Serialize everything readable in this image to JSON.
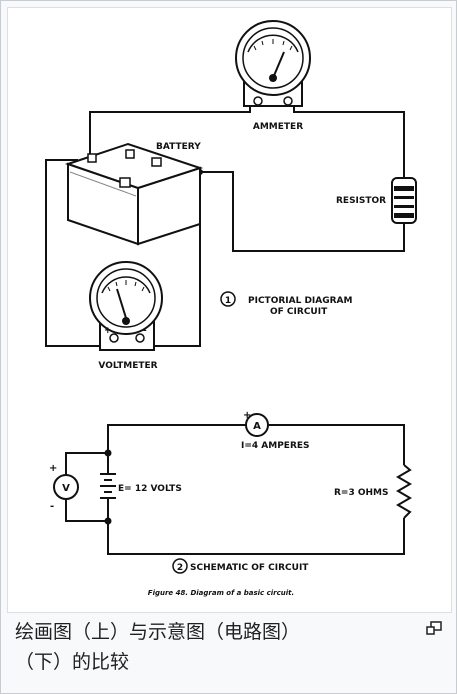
{
  "figure": {
    "labels": {
      "battery": "BATTERY",
      "ammeter": "AMMETER",
      "resistor": "RESISTOR",
      "voltmeter": "VOLTMETER",
      "pictorial_num": "1",
      "pictorial_line1": "PICTORIAL DIAGRAM",
      "pictorial_line2": "OF CIRCUIT",
      "ammeter_symbol": "A",
      "voltmeter_symbol": "V",
      "current": "I=4 AMPERES",
      "voltage": "E= 12 VOLTS",
      "resistance": "R=3 OHMS",
      "schematic_num": "2",
      "schematic": "SCHEMATIC OF CIRCUIT",
      "plus": "+",
      "minus": "-",
      "figure_caption": "Figure 48. Diagram of a basic circuit."
    }
  },
  "caption": {
    "line1": "绘画图（上）与示意图（电路图）",
    "line2": "（下）的比较"
  },
  "icons": {
    "enlarge": "enlarge-icon"
  }
}
